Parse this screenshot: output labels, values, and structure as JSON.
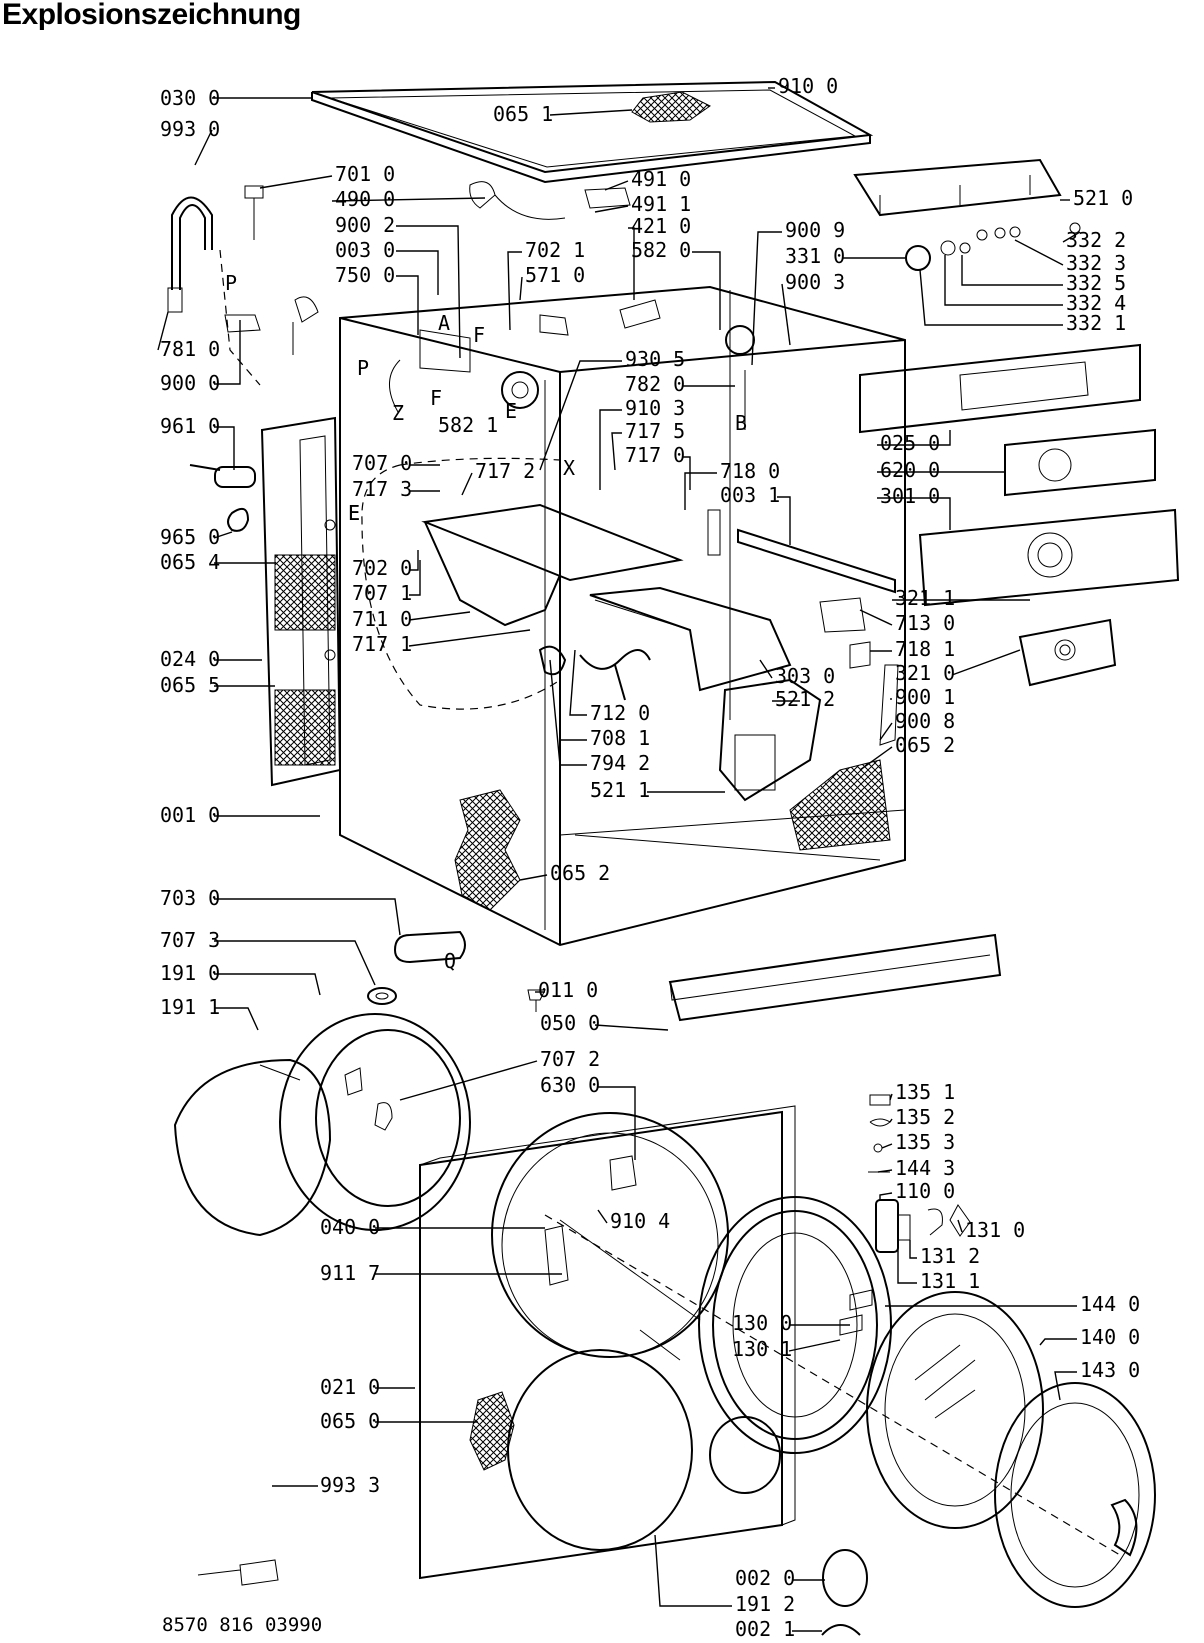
{
  "title": "Explosionszeichnung",
  "footer_code": "8570 816 03990",
  "parts": [
    {
      "id": "030 0"
    },
    {
      "id": "993 0"
    },
    {
      "id": "701 0"
    },
    {
      "id": "490 0"
    },
    {
      "id": "900 2"
    },
    {
      "id": "003 0"
    },
    {
      "id": "750 0"
    },
    {
      "id": "781 0"
    },
    {
      "id": "900 0"
    },
    {
      "id": "961 0"
    },
    {
      "id": "965 0"
    },
    {
      "id": "065 4"
    },
    {
      "id": "024 0"
    },
    {
      "id": "065 5"
    },
    {
      "id": "001 0"
    },
    {
      "id": "703 0"
    },
    {
      "id": "707 3"
    },
    {
      "id": "191 0"
    },
    {
      "id": "191 1"
    },
    {
      "id": "040 0"
    },
    {
      "id": "911 7"
    },
    {
      "id": "021 0"
    },
    {
      "id": "065 0"
    },
    {
      "id": "993 3"
    },
    {
      "id": "065 1"
    },
    {
      "id": "910 0"
    },
    {
      "id": "491 0"
    },
    {
      "id": "491 1"
    },
    {
      "id": "421 0"
    },
    {
      "id": "702 1"
    },
    {
      "id": "571 0"
    },
    {
      "id": "582 0"
    },
    {
      "id": "900 9"
    },
    {
      "id": "900 3"
    },
    {
      "id": "521 0"
    },
    {
      "id": "331 0"
    },
    {
      "id": "332 2"
    },
    {
      "id": "332 3"
    },
    {
      "id": "332 5"
    },
    {
      "id": "332 4"
    },
    {
      "id": "332 1"
    },
    {
      "id": "930 5"
    },
    {
      "id": "782 0"
    },
    {
      "id": "910 3"
    },
    {
      "id": "717 5"
    },
    {
      "id": "717 0"
    },
    {
      "id": "707 0"
    },
    {
      "id": "717 2"
    },
    {
      "id": "717 3"
    },
    {
      "id": "718 0"
    },
    {
      "id": "003 1"
    },
    {
      "id": "025 0"
    },
    {
      "id": "620 0"
    },
    {
      "id": "301 0"
    },
    {
      "id": "702 0"
    },
    {
      "id": "707 1"
    },
    {
      "id": "711 0"
    },
    {
      "id": "717 1"
    },
    {
      "id": "321 1"
    },
    {
      "id": "713 0"
    },
    {
      "id": "718 1"
    },
    {
      "id": "303 0"
    },
    {
      "id": "321 0"
    },
    {
      "id": "900 1"
    },
    {
      "id": "521 2"
    },
    {
      "id": "900 8"
    },
    {
      "id": "065 2"
    },
    {
      "id": "712 0"
    },
    {
      "id": "708 1"
    },
    {
      "id": "794 2"
    },
    {
      "id": "521 1"
    },
    {
      "id": "065 2"
    },
    {
      "id": "011 0"
    },
    {
      "id": "050 0"
    },
    {
      "id": "707 2"
    },
    {
      "id": "630 0"
    },
    {
      "id": "910 4"
    },
    {
      "id": "135 1"
    },
    {
      "id": "135 2"
    },
    {
      "id": "135 3"
    },
    {
      "id": "144 3"
    },
    {
      "id": "110 0"
    },
    {
      "id": "131 0"
    },
    {
      "id": "131 2"
    },
    {
      "id": "131 1"
    },
    {
      "id": "144 0"
    },
    {
      "id": "130 0"
    },
    {
      "id": "140 0"
    },
    {
      "id": "130 1"
    },
    {
      "id": "143 0"
    },
    {
      "id": "002 0"
    },
    {
      "id": "191 2"
    },
    {
      "id": "002 1"
    }
  ],
  "markers": [
    "P",
    "P",
    "A",
    "F",
    "F",
    "E",
    "E",
    "Z",
    "B",
    "X",
    "E",
    "Q",
    "582 1"
  ]
}
